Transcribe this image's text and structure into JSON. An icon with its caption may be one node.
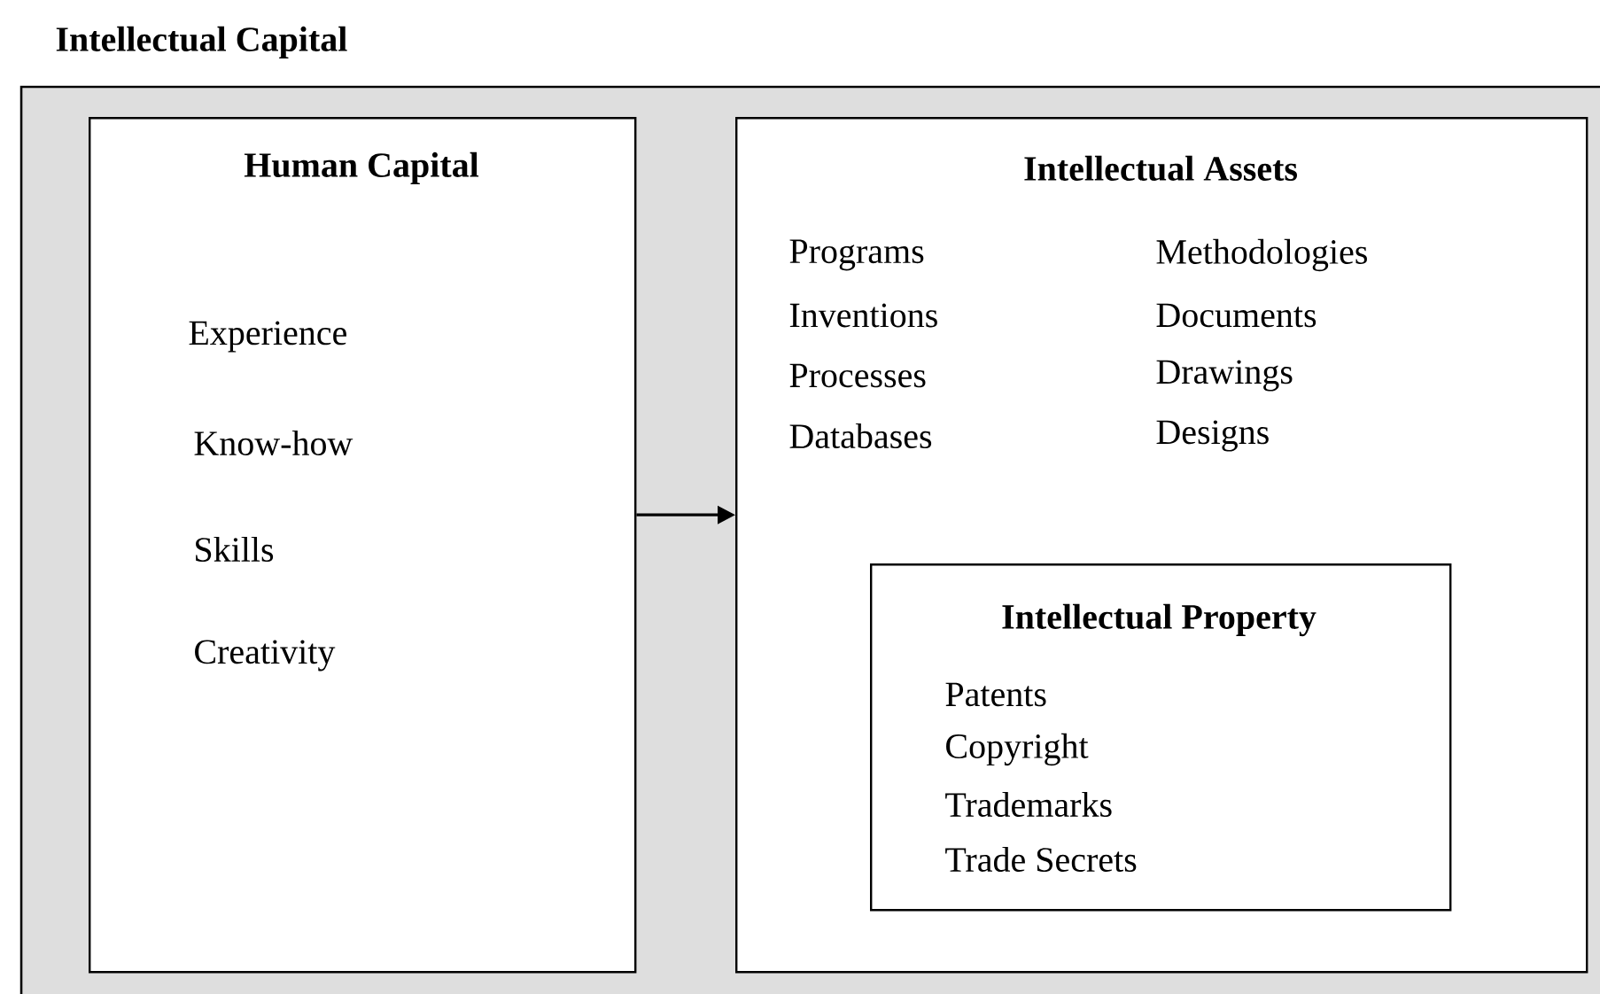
{
  "diagram": {
    "nodes": [
      {
        "text": [
          "Intellectual Capital"
        ]
      },
      {
        "text": [
          "Human Capital",
          "Experience",
          "Know-how",
          "Skills",
          "Creativity"
        ],
        "in": 0
      },
      {
        "text": [
          "Intellectual Assets",
          "Programs",
          "Inventions",
          "Processes",
          "Databases",
          "Methodologies",
          "Documents",
          "Drawings",
          "Designs"
        ],
        "in": 0
      },
      {
        "text": [
          "Intellectual Property",
          "Patents",
          "Copyright",
          "Trademarks",
          "Trade Secrets"
        ],
        "in": 2
      }
    ],
    "edges": [
      {
        "from": 1,
        "to": 2,
        "arrow": "to"
      }
    ]
  }
}
